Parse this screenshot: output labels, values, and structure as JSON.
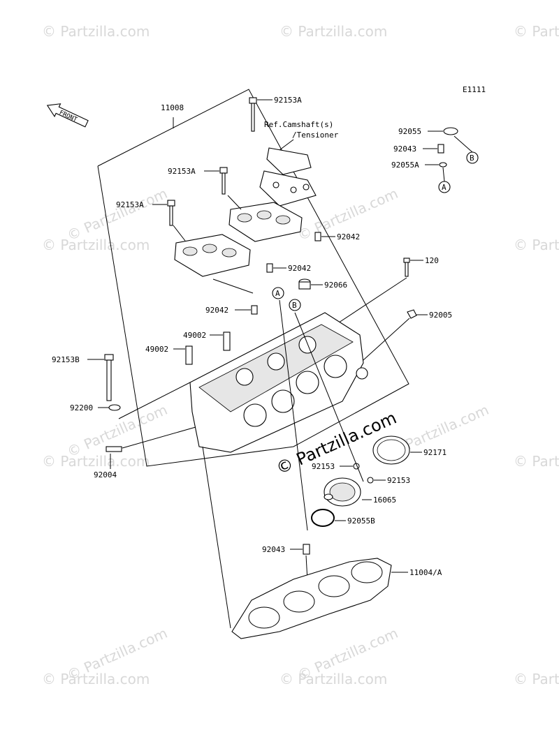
{
  "diagram_code": "E1111",
  "front_label": "FRONT",
  "ref_note": [
    "Ref.Camshaft(s)",
    "/Tensioner"
  ],
  "watermark": "© Partzilla.com",
  "watermark_small": "© Partzilla.com",
  "callouts": {
    "c11008": "11008",
    "c92153A_top": "92153A",
    "c92153A_mid": "92153A",
    "c92153A_left": "92153A",
    "c92042_a": "92042",
    "c92042_b": "92042",
    "c92042_c": "92042",
    "c92055": "92055",
    "c92043_top": "92043",
    "c92055A": "92055A",
    "c120": "120",
    "c92066": "92066",
    "c92005": "92005",
    "c49002_a": "49002",
    "c49002_b": "49002",
    "c92153B": "92153B",
    "c92200": "92200",
    "c92004": "92004",
    "c92171": "92171",
    "c92153_a": "92153",
    "c92153_b": "92153",
    "c16065": "16065",
    "c92055B": "92055B",
    "c92043_bot": "92043",
    "c11004A": "11004/A"
  },
  "markers": {
    "A": "A",
    "B": "B"
  }
}
